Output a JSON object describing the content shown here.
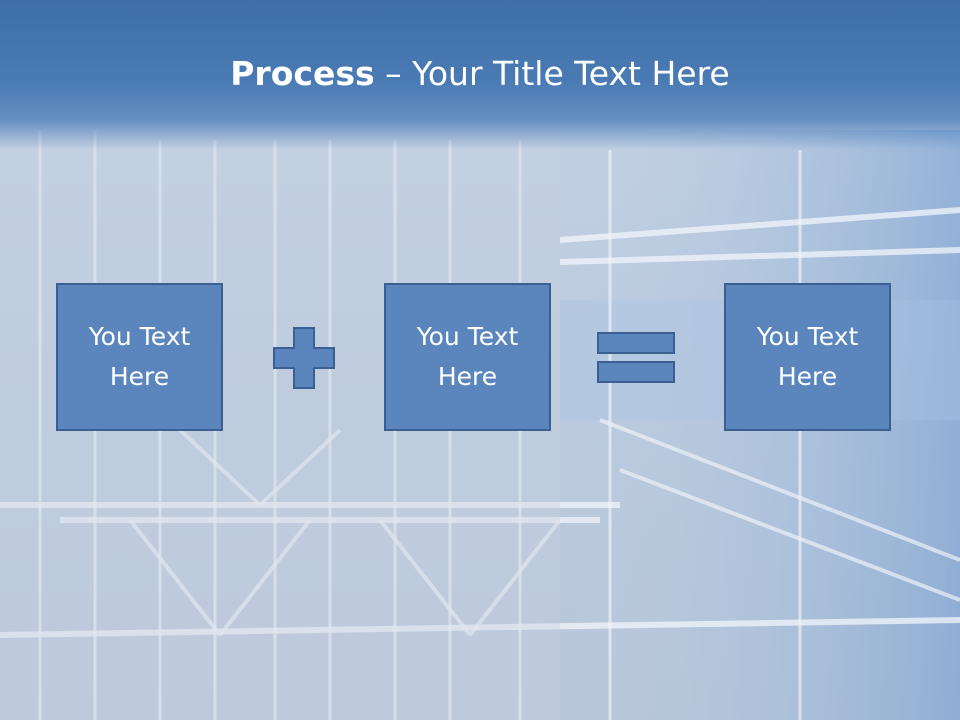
{
  "title": {
    "bold": "Process",
    "rest": " – Your Title Text Here"
  },
  "boxes": [
    {
      "text": "You Text Here"
    },
    {
      "text": "You Text Here"
    },
    {
      "text": "You Text Here"
    }
  ],
  "icons": {
    "plus": "plus-icon",
    "equals": "equals-icon"
  },
  "colors": {
    "title_bar": "#4a7bb4",
    "box_fill": "#5b86bd",
    "box_border": "#3a5f90",
    "text": "#ffffff"
  }
}
